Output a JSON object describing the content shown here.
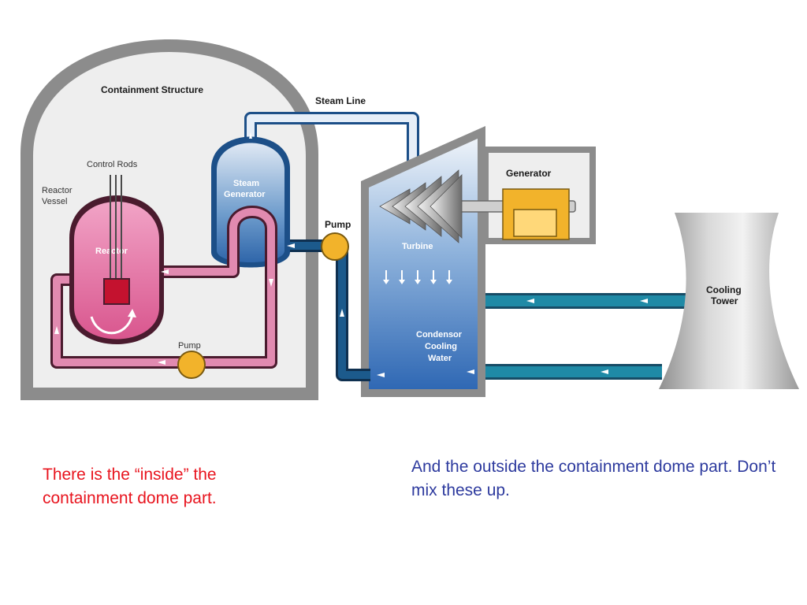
{
  "diagram": {
    "containment_label": "Containment Structure",
    "steam_line_label": "Steam Line",
    "control_rods_label": "Control Rods",
    "reactor_vessel_label": [
      "Reactor",
      "Vessel"
    ],
    "reactor_label": "Reactor",
    "steam_generator_label": [
      "Steam",
      "Generator"
    ],
    "pump_upper_label": "Pump",
    "pump_lower_label": "Pump",
    "turbine_label": "Turbine",
    "generator_label": "Generator",
    "condensor_label": [
      "Condensor",
      "Cooling",
      "Water"
    ],
    "cooling_tower_label": [
      "Cooling",
      "Tower"
    ]
  },
  "captions": {
    "left": "There is the “inside” the containment dome part.",
    "right": "And the outside the containment dome part.  Don’t mix these up."
  },
  "colors": {
    "left_caption": "#e8141e",
    "right_caption": "#2d3a9e",
    "primary_loop": "#e18ab0",
    "secondary_loop": "#1c5a8c",
    "cooling_loop": "#1e7d96",
    "pump": "#f2b32b"
  }
}
